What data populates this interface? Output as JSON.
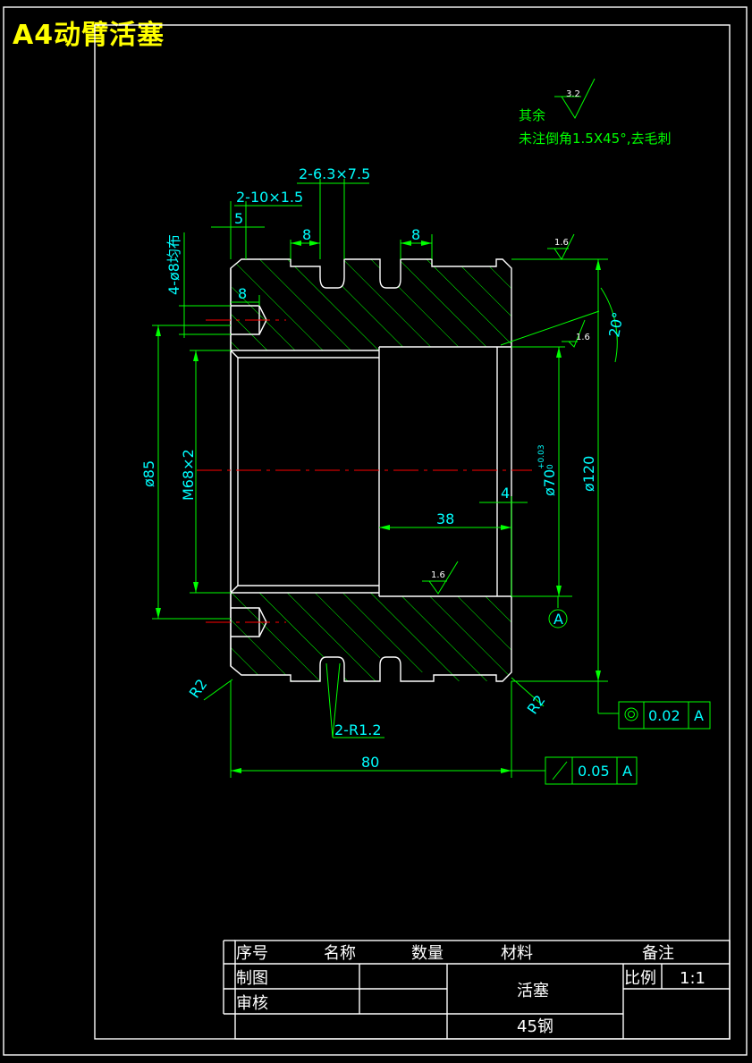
{
  "title": "A4动臂活塞",
  "notes": {
    "line1": "其余",
    "line2": "未注倒角1.5X45°,去毛刺",
    "roughness_default": "3.2"
  },
  "dimensions": {
    "d_2_63x75": "2-6.3×7.5",
    "d_2_10x15": "2-10×1.5",
    "d_5": "5",
    "d_8_top1": "8",
    "d_8_top2": "8",
    "d_8_left": "8",
    "d_holes": "4-ø8均布",
    "d_85": "ø85",
    "d_m68": "M68×2",
    "d_70": "ø70",
    "d_70_tol": "+0.03",
    "d_70_tol2": "0",
    "d_120": "ø120",
    "d_4": "4",
    "d_38": "38",
    "d_80": "80",
    "d_r2_left": "R2",
    "d_r2_right": "R2",
    "d_2r12": "2-R1.2",
    "d_20deg": "20°",
    "rough_16_a": "1.6",
    "rough_16_b": "1.6",
    "rough_16_c": "1.6",
    "datum": "A"
  },
  "tolerance_frames": [
    {
      "symbol": "◎",
      "value": "0.02",
      "datum": "A"
    },
    {
      "symbol": "↗",
      "value": "0.05",
      "datum": "A"
    }
  ],
  "title_block": {
    "col_seq": "序号",
    "col_name": "名称",
    "col_qty": "数量",
    "col_material": "材料",
    "col_remark": "备注",
    "drawn": "制图",
    "checked": "审核",
    "part_name": "活塞",
    "scale_label": "比例",
    "scale_value": "1:1",
    "material": "45钢"
  },
  "colors": {
    "outline": "#ffffff",
    "dimension": "#00ff00",
    "dim_text": "#00ffff",
    "center_line": "#ff0000",
    "title": "#ffff00"
  }
}
